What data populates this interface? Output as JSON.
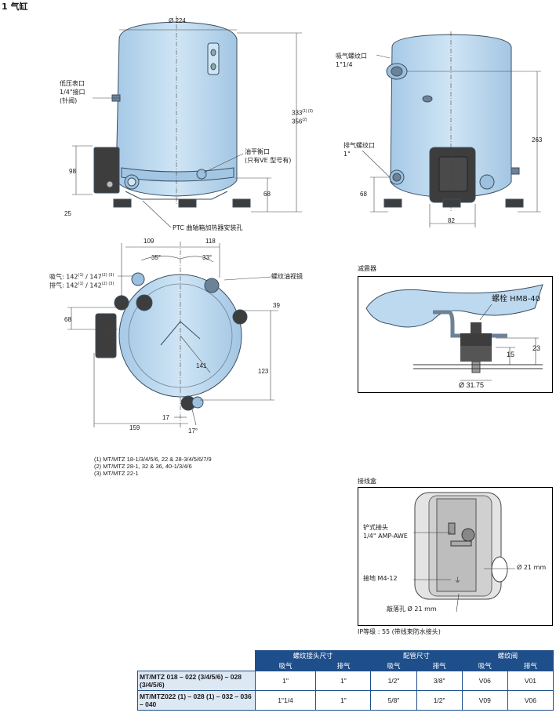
{
  "page_title": "1 气缸",
  "front_view": {
    "dia": "Ø 224",
    "low_pressure_port": [
      "低压表口",
      "1/4\"接口",
      "(针阀)"
    ],
    "height_1": "333",
    "height_1_sup": "(1) (3)",
    "height_2": "356",
    "height_2_sup": "(2)",
    "oil_port": [
      "油平衡口",
      "(只有VE 型号有)"
    ],
    "dim_98": "98",
    "dim_25": "25",
    "dim_68": "68",
    "ptc_note": "PTC 曲轴箱加热器安装孔"
  },
  "side_view": {
    "suction": [
      "吸气螺纹口",
      "1\"1/4"
    ],
    "discharge": [
      "排气螺纹口",
      "1\""
    ],
    "dim_263": "263",
    "dim_68": "68",
    "dim_82": "82"
  },
  "top_view": {
    "dim_109": "109",
    "dim_118": "118",
    "angle_35": "35°",
    "angle_33": "33°",
    "suction_label": "吸气: 142",
    "suction_sup1": "(1)",
    "suction_mid": " / 147",
    "suction_sup2": "(2) (3)",
    "discharge_label": "排气: 142",
    "discharge_sup1": "(1)",
    "discharge_mid": " / 142",
    "discharge_sup2": "(2) (3)",
    "sight_glass": "螺纹油视镜",
    "dim_39": "39",
    "dim_68": "68",
    "dim_141": "141",
    "dim_123": "123",
    "dim_17a": "17",
    "dim_17b": "17°",
    "dim_159": "159"
  },
  "notes": [
    "(1)  MT/MTZ 18-1/3/4/5/6, 22  & 28-3/4/5/6/7/9",
    "(2)  MT/MTZ  28-1, 32 & 36, 40-1/3/4/6",
    "(3)  MT/MTZ 22-1"
  ],
  "damper": {
    "heading": "减震器",
    "bolt": "螺栓 HM8-40",
    "dim_23": "23",
    "dim_15": "15",
    "dim_dia": "Ø 31.75"
  },
  "junction_box": {
    "heading": "接线盒",
    "spade": [
      "铲式接头",
      "1/4\" AMP-AWE"
    ],
    "earth": "接地 M4-12",
    "knockout": "敲落孔 Ø 21 mm",
    "hole": "Ø 21 mm",
    "ip": "IP等级 : 55 (带线束防水接头)"
  },
  "table": {
    "group_headers": [
      "螺纹接头尺寸",
      "配管尺寸",
      "螺纹阀"
    ],
    "sub_headers": [
      "吸气",
      "排气",
      "吸气",
      "排气",
      "吸气",
      "排气"
    ],
    "rows": [
      {
        "model": "MT/MTZ 018 – 022 (3/4/5/6) – 028 (3/4/5/6)",
        "cells": [
          "1\"",
          "1\"",
          "1/2\"",
          "3/8\"",
          "V06",
          "V01"
        ]
      },
      {
        "model": "MT/MTZ022 (1) – 028 (1) – 032 – 036 – 040",
        "cells": [
          "1\"1/4",
          "1\"",
          "5/8\"",
          "1/2\"",
          "V09",
          "V06"
        ]
      }
    ]
  },
  "colors": {
    "body": "#bcd9ef",
    "body_stroke": "#3a4f63",
    "dark": "#3d3d3d",
    "header_blue": "#1f4f8a"
  }
}
